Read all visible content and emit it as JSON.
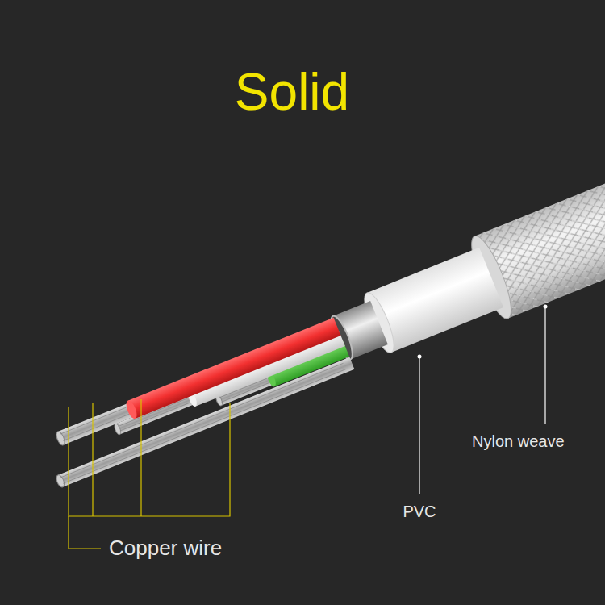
{
  "diagram": {
    "title": "Solid",
    "labels": [
      "Copper wire",
      "PVC",
      "Nylon weave"
    ]
  }
}
